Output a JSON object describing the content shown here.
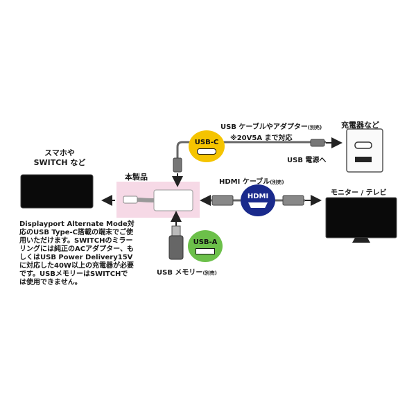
{
  "source_device": {
    "label_line1": "スマホや",
    "label_line2": "SWITCH など"
  },
  "product": {
    "label": "本製品"
  },
  "usb_c": {
    "badge": "USB-C",
    "cable_label": "USB ケーブルやアダプター",
    "cable_note": "(別売)",
    "spec": "※20V5A まで対応",
    "power_label": "USB 電源へ",
    "charger_label": "充電器など"
  },
  "hdmi": {
    "cable_label": "HDMI ケーブル",
    "cable_note": "(別売)",
    "badge": "HDMI",
    "monitor_label": "モニター / テレビ"
  },
  "usb_a": {
    "badge": "USB-A",
    "memory_label": "USB メモリー",
    "memory_note": "(別売)"
  },
  "note": "Displayport Alternate Mode対応のUSB Type-C搭載の端末でご使用いただけます。SWITCHのミラーリングには純正のACアダプター、もしくはUSB Power Delivery15Vに対応した40W以上の充電器が必要です。USBメモリーはSWITCHでは使用できません。",
  "colors": {
    "usb_c_badge": "#f5c400",
    "hdmi_badge": "#1a2a8c",
    "usb_a_badge": "#6cc04a",
    "product_box": "#f6d9e6"
  }
}
